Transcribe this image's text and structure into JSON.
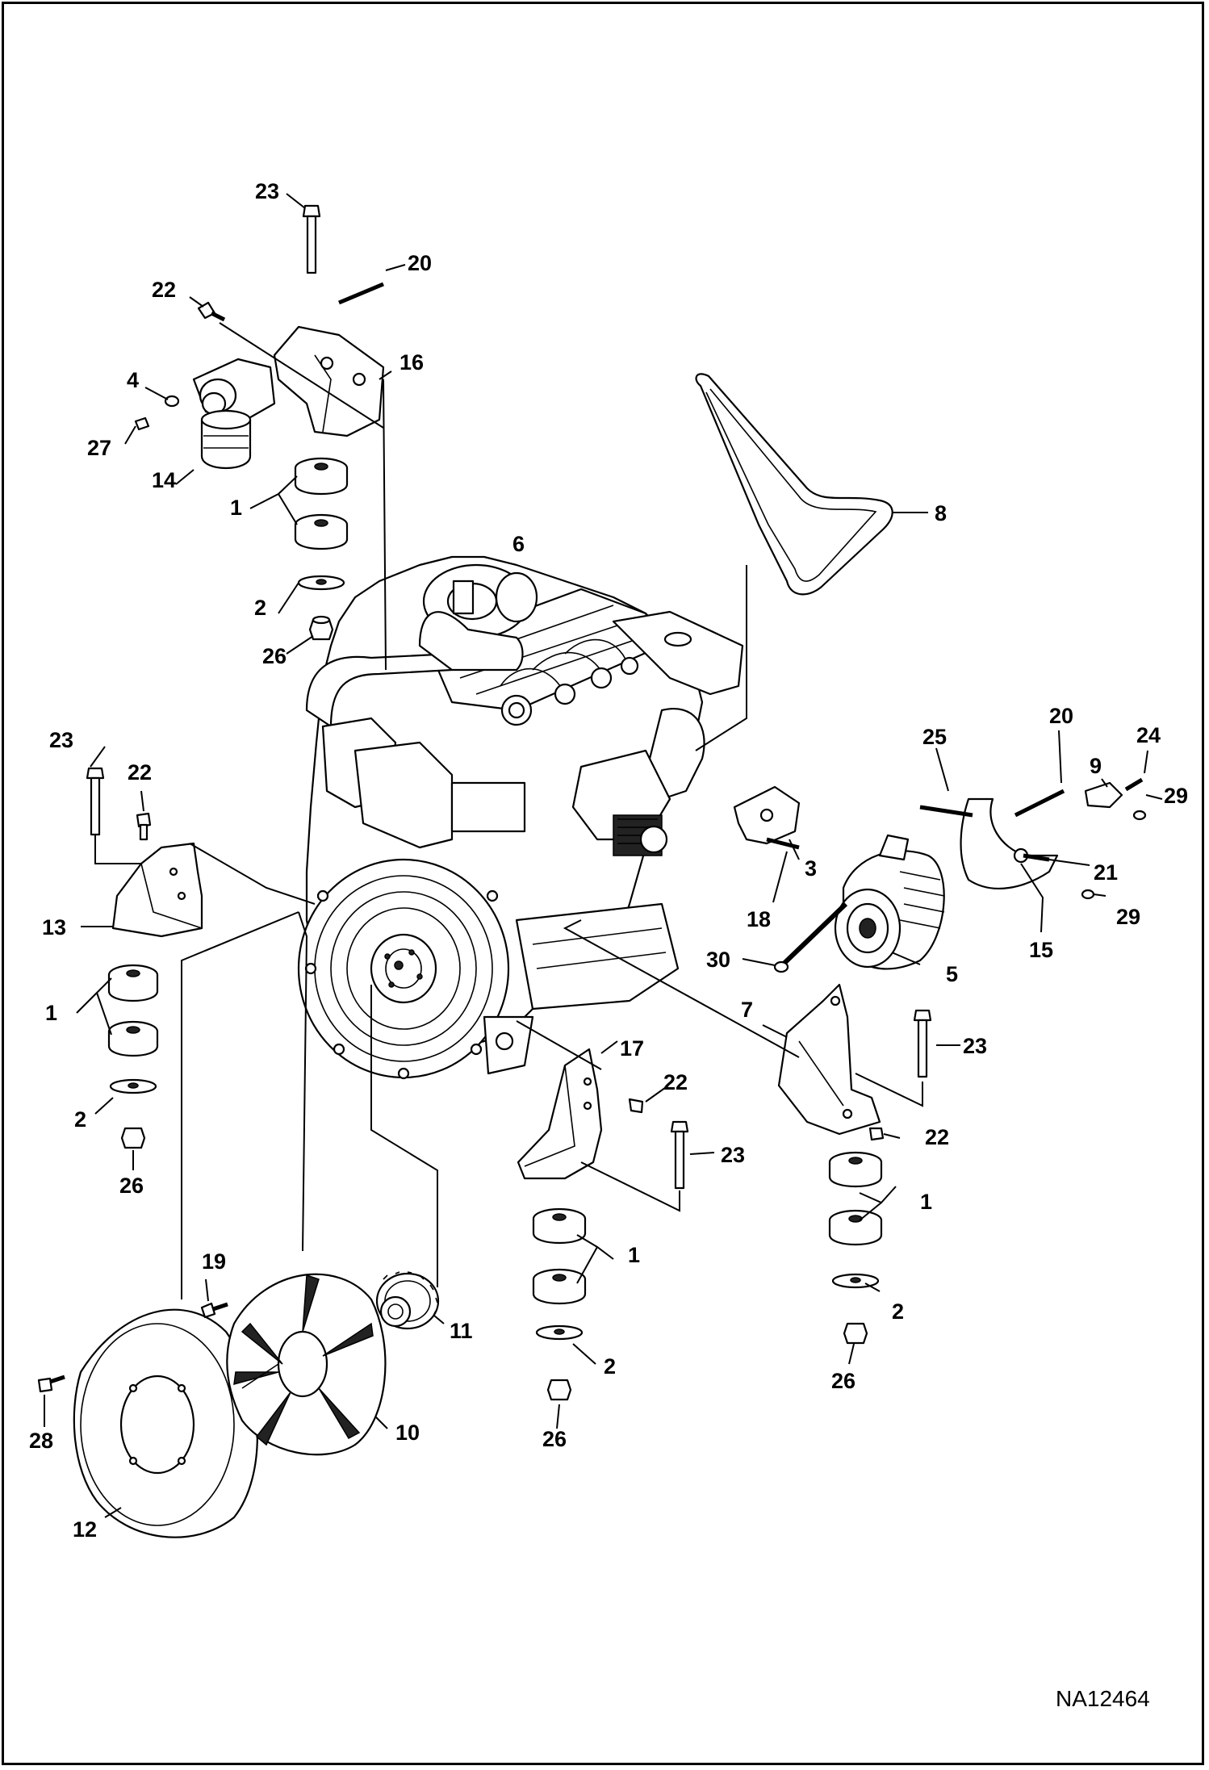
{
  "diagram": {
    "document_id": "NA12464",
    "labels": [
      {
        "id": "l23a",
        "text": "23"
      },
      {
        "id": "l20a",
        "text": "20"
      },
      {
        "id": "l22a",
        "text": "22"
      },
      {
        "id": "l16",
        "text": "16"
      },
      {
        "id": "l4",
        "text": "4"
      },
      {
        "id": "l27",
        "text": "27"
      },
      {
        "id": "l14",
        "text": "14"
      },
      {
        "id": "l1a",
        "text": "1"
      },
      {
        "id": "l2a",
        "text": "2"
      },
      {
        "id": "l26a",
        "text": "26"
      },
      {
        "id": "l6",
        "text": "6"
      },
      {
        "id": "l8",
        "text": "8"
      },
      {
        "id": "l25",
        "text": "25"
      },
      {
        "id": "l20b",
        "text": "20"
      },
      {
        "id": "l24",
        "text": "24"
      },
      {
        "id": "l9",
        "text": "9"
      },
      {
        "id": "l29a",
        "text": "29"
      },
      {
        "id": "l21",
        "text": "21"
      },
      {
        "id": "l29b",
        "text": "29"
      },
      {
        "id": "l15",
        "text": "15"
      },
      {
        "id": "l5",
        "text": "5"
      },
      {
        "id": "l3",
        "text": "3"
      },
      {
        "id": "l18",
        "text": "18"
      },
      {
        "id": "l30",
        "text": "30"
      },
      {
        "id": "l23b",
        "text": "23"
      },
      {
        "id": "l22b",
        "text": "22"
      },
      {
        "id": "l13",
        "text": "13"
      },
      {
        "id": "l1b",
        "text": "1"
      },
      {
        "id": "l2b",
        "text": "2"
      },
      {
        "id": "l26b",
        "text": "26"
      },
      {
        "id": "l7",
        "text": "7"
      },
      {
        "id": "l23c",
        "text": "23"
      },
      {
        "id": "l22c",
        "text": "22"
      },
      {
        "id": "l1c",
        "text": "1"
      },
      {
        "id": "l2c",
        "text": "2"
      },
      {
        "id": "l26c",
        "text": "26"
      },
      {
        "id": "l17",
        "text": "17"
      },
      {
        "id": "l22d",
        "text": "22"
      },
      {
        "id": "l23d",
        "text": "23"
      },
      {
        "id": "l1d",
        "text": "1"
      },
      {
        "id": "l2d",
        "text": "2"
      },
      {
        "id": "l26d",
        "text": "26"
      },
      {
        "id": "l19",
        "text": "19"
      },
      {
        "id": "l11",
        "text": "11"
      },
      {
        "id": "l10",
        "text": "10"
      },
      {
        "id": "l28",
        "text": "28"
      },
      {
        "id": "l12",
        "text": "12"
      }
    ]
  }
}
